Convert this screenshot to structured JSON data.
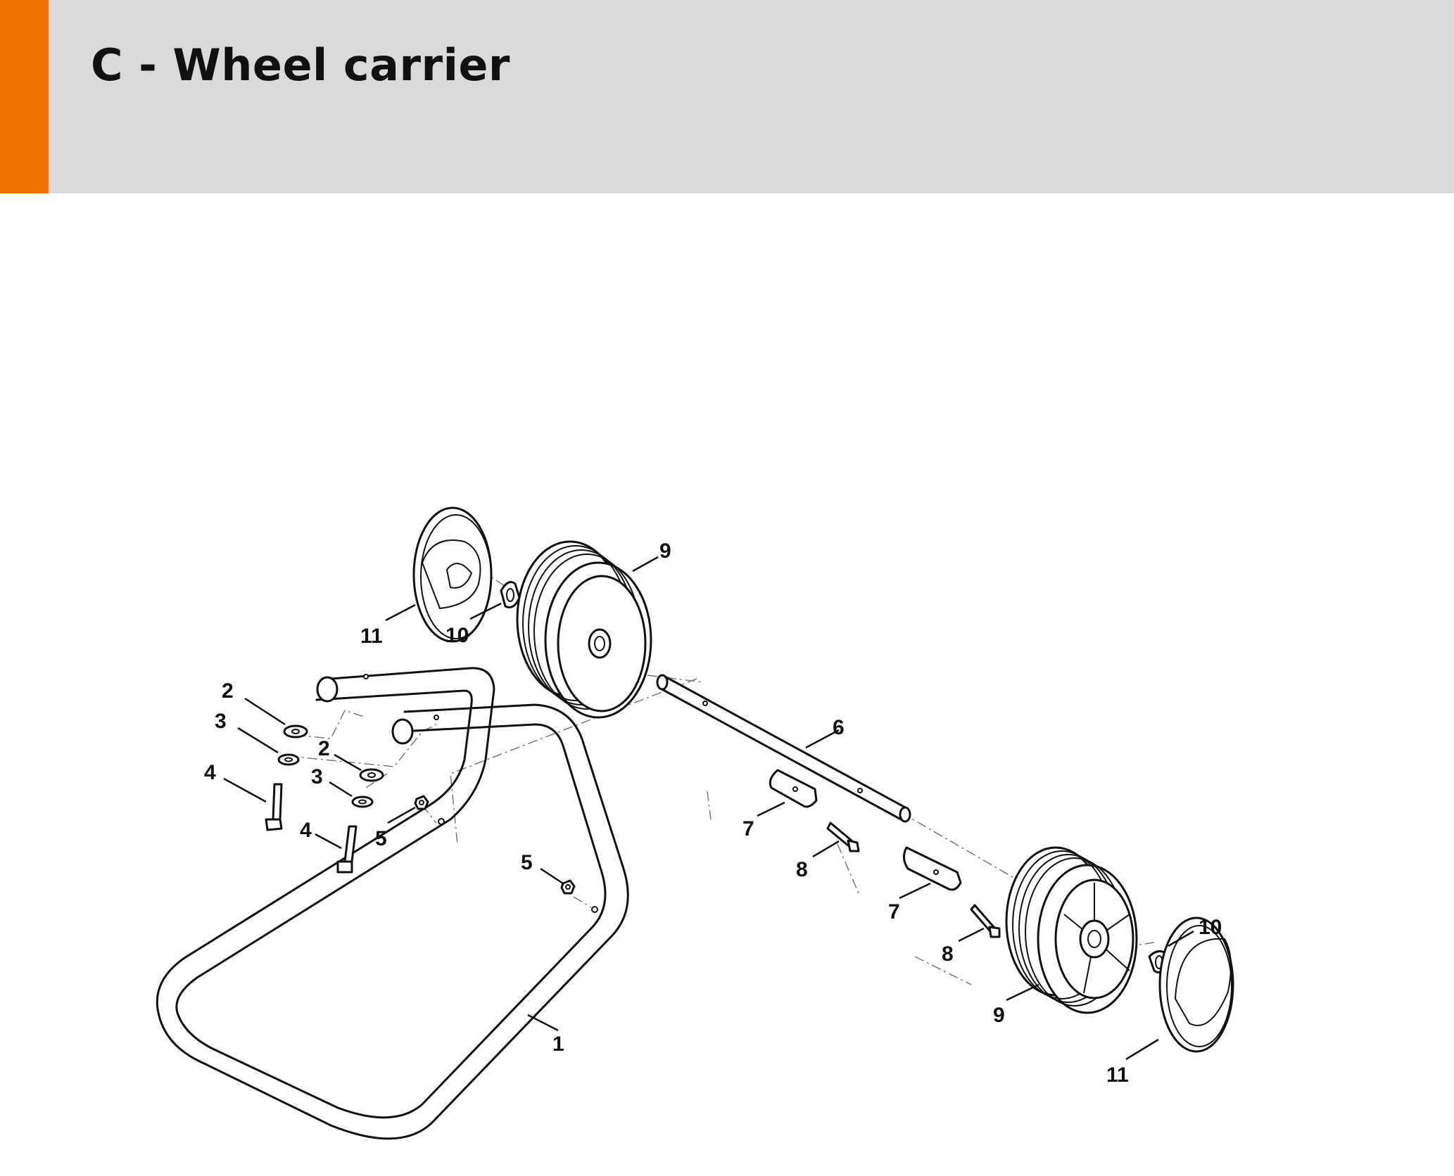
{
  "header": {
    "title": "C - Wheel carrier",
    "accent_color": "#f07000",
    "background_color": "#dadada"
  },
  "callouts": {
    "c1": "1",
    "c2a": "2",
    "c2b": "2",
    "c3a": "3",
    "c3b": "3",
    "c4a": "4",
    "c4b": "4",
    "c5a": "5",
    "c5b": "5",
    "c6": "6",
    "c7a": "7",
    "c7b": "7",
    "c8a": "8",
    "c8b": "8",
    "c9a": "9",
    "c9b": "9",
    "c10a": "10",
    "c10b": "10",
    "c11a": "11",
    "c11b": "11"
  }
}
